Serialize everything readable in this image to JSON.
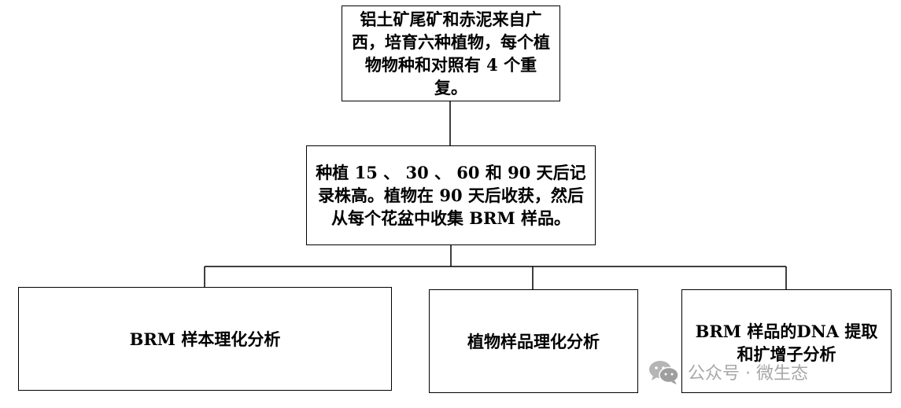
{
  "diagram": {
    "nodes": {
      "top": "铝土矿尾矿和赤泥来自广西，培育六种植物，每个植物物种和对照有 4 个重复。",
      "middle": "种植 15 、 30 、 60 和 90 天后记录株高。植物在 90 天后收获，然后从每个花盆中收集 BRM 样品。",
      "branch_1": "BRM 样本理化分析",
      "branch_2": "植物样品理化分析",
      "branch_3": "BRM 样品的DNA 提取和扩增子分析"
    }
  },
  "watermark": {
    "text": "公众号 · 微生态",
    "icon": "wechat-icon"
  }
}
